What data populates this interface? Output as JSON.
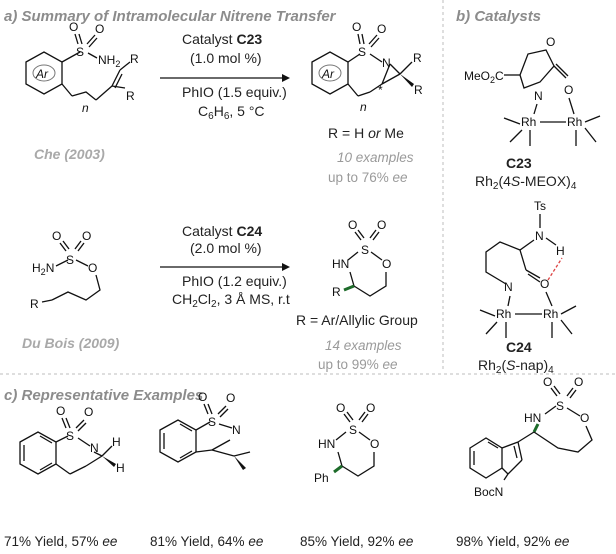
{
  "panel_a": {
    "title": "a) Summary of Intramolecular Nitrene Transfer",
    "rxn1": {
      "citation": "Che (2003)",
      "catalyst_prefix": "Catalyst ",
      "catalyst": "C23",
      "loading": "(1.0 mol %)",
      "oxidant": "PhIO (1.5 equiv.)",
      "solvent_temp": "C6H6, 5 °C",
      "scope": "R = H or Me",
      "examples": "10 examples",
      "ee": "up to 76% ee"
    },
    "rxn2": {
      "citation": "Du Bois (2009)",
      "catalyst_prefix": "Catalyst ",
      "catalyst": "C24",
      "loading": "(2.0 mol %)",
      "oxidant": "PhIO (1.2 equiv.)",
      "solvent_temp": "CH2Cl2, 3 Å MS, r.t",
      "scope": "R = Ar/Allylic Group",
      "examples": "14 examples",
      "ee": "up to 99% ee"
    }
  },
  "panel_b": {
    "title": "b) Catalysts",
    "c23": {
      "id": "C23",
      "name": "Rh2(4S-MEOX)4"
    },
    "c24": {
      "id": "C24",
      "name": "Rh2(S-nap)4"
    }
  },
  "panel_c": {
    "title": "c) Representative Examples",
    "examples": [
      {
        "result": "71% Yield, 57% ee"
      },
      {
        "result": "81% Yield, 64% ee"
      },
      {
        "result": "85% Yield, 92% ee"
      },
      {
        "result": "98% Yield, 92% ee"
      }
    ]
  },
  "atoms": {
    "ar": "Ar",
    "n": "n",
    "r": "R",
    "s": "S",
    "o": "O",
    "n_atom": "N",
    "nh": "NH",
    "h": "H",
    "meo2c": "MeO2C",
    "rh": "Rh",
    "ts": "Ts",
    "hn": "HN",
    "h2n": "H2N",
    "ph": "Ph",
    "bocn": "BocN",
    "star": "*"
  }
}
